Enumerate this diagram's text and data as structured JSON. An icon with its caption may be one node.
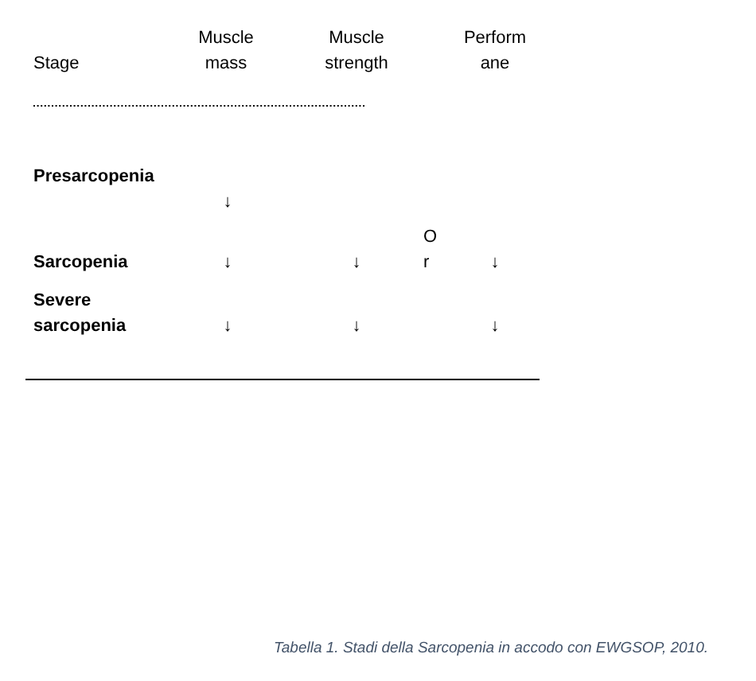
{
  "diagram": {
    "caption": "Tabella 1. Stadi della Sarcopenia in accodo con EWGSOP, 2010.",
    "labels": [
      "Stage",
      "Muscle mass",
      "Muscle strength",
      "Performane",
      "Presarcopenia",
      "↓",
      "Sarcopenia",
      "↓",
      "↓",
      "Or",
      "↓",
      "Severe sarcopenia",
      "↓",
      "↓",
      "↓"
    ]
  }
}
